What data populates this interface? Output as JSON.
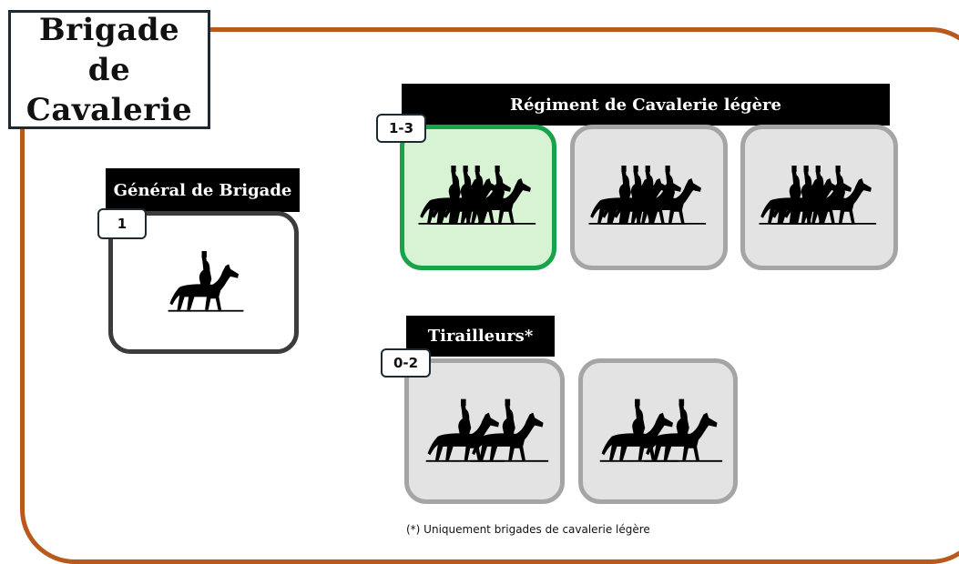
{
  "title": "Brigade de Cavalerie",
  "general": {
    "banner": "Général de Brigade",
    "count": "1",
    "riders": 1
  },
  "regiment": {
    "banner": "Régiment de Cavalerie légère",
    "count": "1-3",
    "riders_per_card": 4,
    "cards": [
      "selected",
      "normal",
      "normal"
    ]
  },
  "tirailleurs": {
    "banner": "Tirailleurs*",
    "count": "0-2",
    "riders_per_card": 2,
    "cards": [
      "normal",
      "normal"
    ]
  },
  "footnote": "(*) Uniquement brigades de cavalerie légère",
  "colors": {
    "frame": "#b85a1e",
    "selected_border": "#16a34a",
    "selected_fill": "#d8f3d3",
    "card_border": "#a5a5a5",
    "card_fill": "#e3e3e3"
  },
  "icons": {
    "unit": "cavalry-rider-silhouette-icon"
  }
}
